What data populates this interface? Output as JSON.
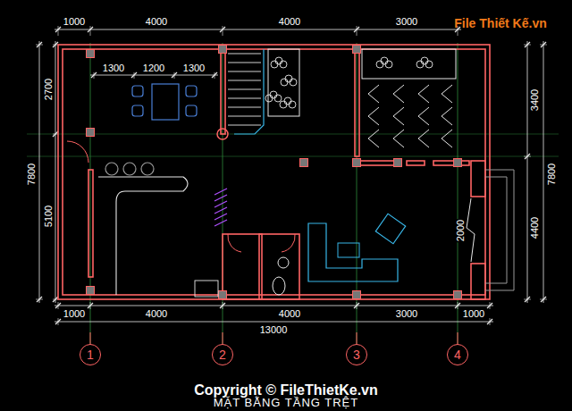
{
  "diagram": {
    "title": "MẶT BẰNG TẦNG TRỆT",
    "nodes": [
      {
        "text": [
          "1"
        ]
      },
      {
        "text": [
          "2"
        ]
      },
      {
        "text": [
          "3"
        ]
      },
      {
        "text": [
          "4"
        ]
      }
    ],
    "labels": [
      "1000",
      "4000",
      "4000",
      "3000",
      "1300",
      "1200",
      "1300",
      "2700",
      "7800",
      "5100",
      "3400",
      "7800",
      "4400",
      "2000",
      "1000",
      "4000",
      "4000",
      "3000",
      "1000",
      "13000",
      "File Thiết Kế.vn",
      "Copyright © FileThietKe.vn"
    ]
  }
}
